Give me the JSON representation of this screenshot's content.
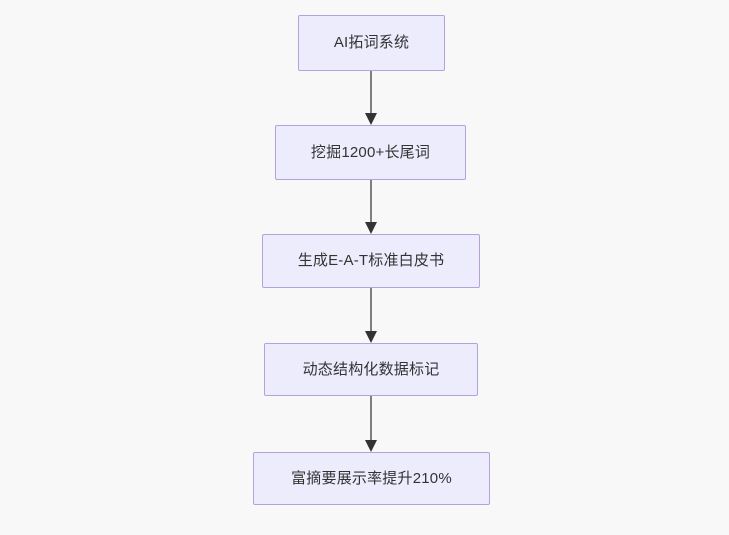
{
  "diagram": {
    "type": "flowchart",
    "direction": "top-to-bottom",
    "background_color": "#f8f8f8",
    "node_fill_color": "#ececfd",
    "node_border_color": "#b4a2dd",
    "node_text_color": "#333333",
    "edge_color": "#7f7f7f",
    "arrowhead_color": "#333333",
    "nodes": [
      {
        "id": "n1",
        "label": "AI拓词系统"
      },
      {
        "id": "n2",
        "label": "挖掘1200+长尾词"
      },
      {
        "id": "n3",
        "label": "生成E-A-T标准白皮书"
      },
      {
        "id": "n4",
        "label": "动态结构化数据标记"
      },
      {
        "id": "n5",
        "label": "富摘要展示率提升210%"
      }
    ],
    "edges": [
      {
        "from": "n1",
        "to": "n2",
        "label": "",
        "arrow": "arrowhead-down-icon"
      },
      {
        "from": "n2",
        "to": "n3",
        "label": "",
        "arrow": "arrowhead-down-icon"
      },
      {
        "from": "n3",
        "to": "n4",
        "label": "",
        "arrow": "arrowhead-down-icon"
      },
      {
        "from": "n4",
        "to": "n5",
        "label": "",
        "arrow": "arrowhead-down-icon"
      }
    ]
  }
}
